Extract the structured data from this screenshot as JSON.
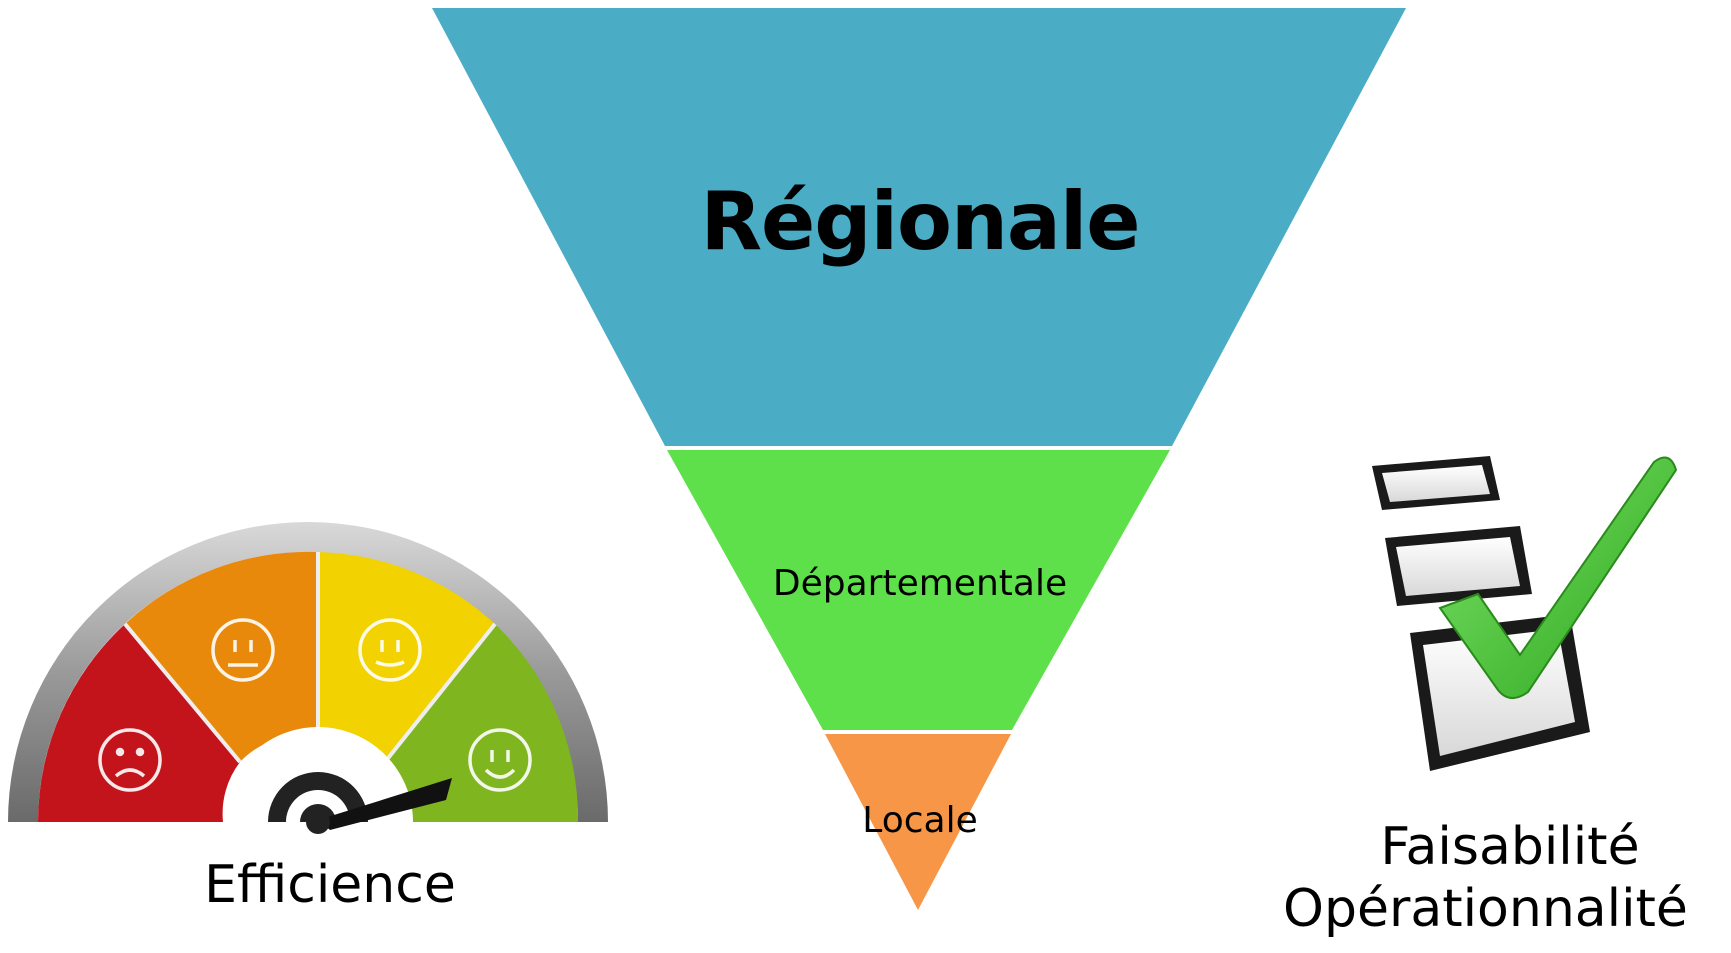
{
  "funnel": {
    "levels": [
      {
        "label": "Régionale",
        "color": "#4BACC6"
      },
      {
        "label": "Départementale",
        "color": "#5EE04A"
      },
      {
        "label": "Locale",
        "color": "#F79646"
      }
    ]
  },
  "left_panel": {
    "label": "Efficience",
    "icon": "satisfaction-gauge-icon",
    "gauge_colors": [
      "#C3141C",
      "#E8890B",
      "#F2D200",
      "#7FB51E"
    ]
  },
  "right_panel": {
    "label_line1": "Faisabilité",
    "label_line2": "Opérationnalité",
    "icon": "checklist-checkmark-icon",
    "check_color": "#3FC12E"
  }
}
